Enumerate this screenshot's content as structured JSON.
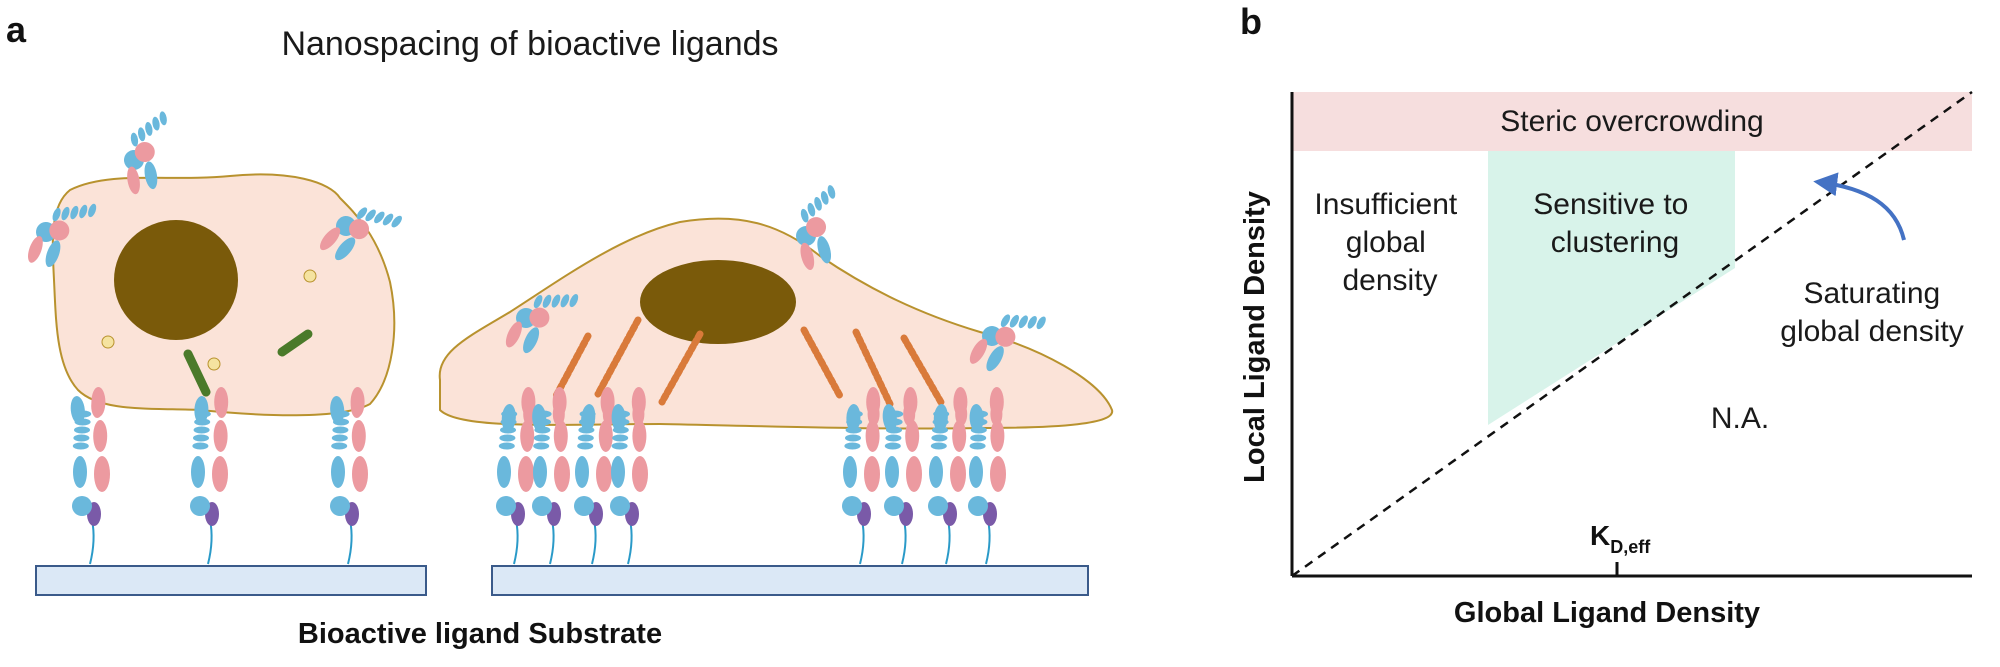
{
  "panel_a": {
    "label": "a",
    "title": "Nanospacing of bioactive ligands",
    "substrate_label": "Bioactive ligand Substrate"
  },
  "panel_b": {
    "label": "b",
    "y_axis_label": "Local Ligand Density",
    "x_axis_label": "Global Ligand Density",
    "kd_main": "K",
    "kd_sub": "D,eff",
    "region_top": "Steric overcrowding",
    "region_left_lines": [
      "Insufficient",
      "global",
      "density"
    ],
    "region_mid_lines": [
      "Sensitive to",
      "clustering"
    ],
    "region_right_lines": [
      "Saturating",
      "global density"
    ],
    "region_na": "N.A."
  },
  "colors": {
    "cell_fill": "#fbe3d8",
    "cell_outline": "#b8922e",
    "nucleus": "#7a5a0a",
    "integrin_blue": "#6ab8dc",
    "integrin_pink": "#ec9aa0",
    "substrate_fill": "#dbe8f6",
    "substrate_edge": "#3a5a8a",
    "actin": "#d97a3a",
    "overcrowding_band": "#f6dede",
    "clustering_band": "#d8f3ea",
    "arrow": "#4472c4"
  }
}
